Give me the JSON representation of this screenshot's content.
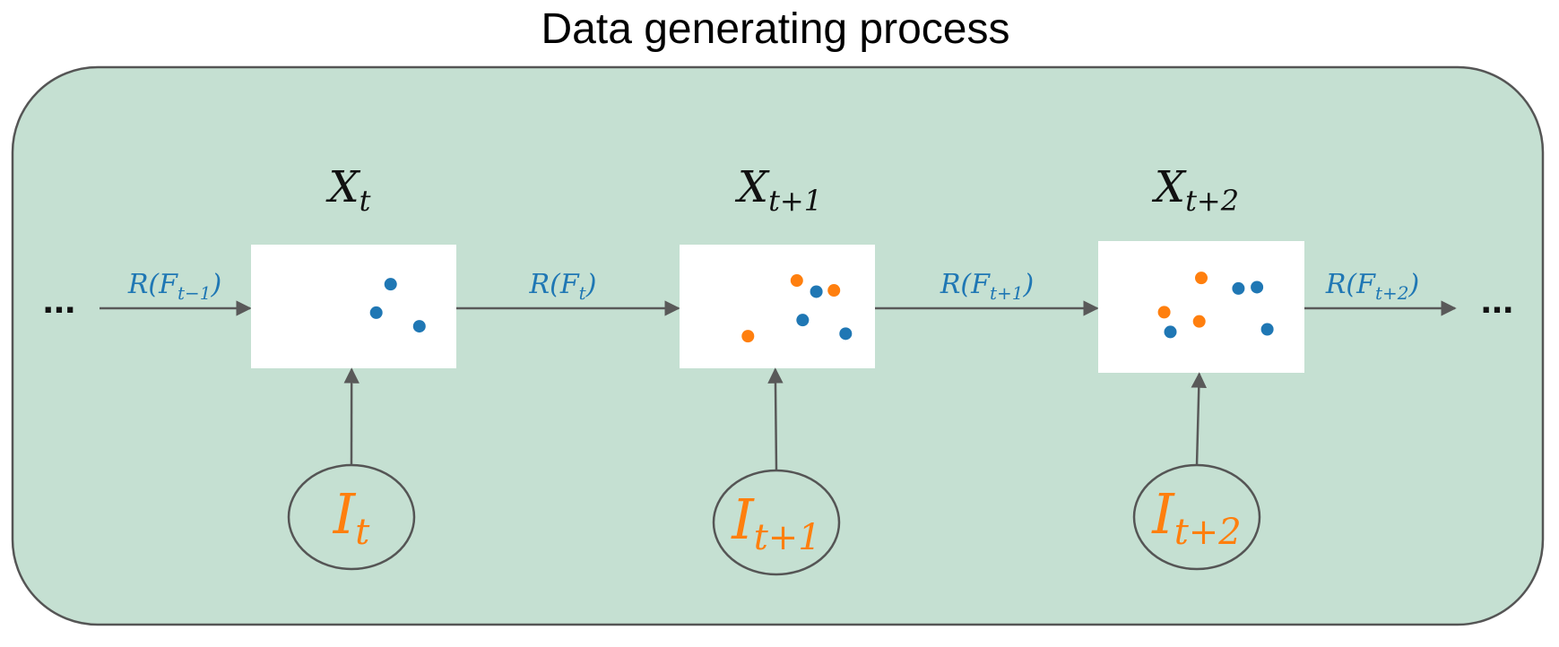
{
  "title": "Data generating process",
  "colors": {
    "panel_fill": "#c5e0d2",
    "panel_stroke": "#555555",
    "box_fill": "#ffffff",
    "arrow": "#595959",
    "blue": "#1f77b4",
    "orange": "#ff7f0e"
  },
  "ellipsis": "...",
  "stages": [
    {
      "x_label": {
        "base": "X",
        "sub": "t"
      },
      "i_label": {
        "base": "I",
        "sub": "t"
      },
      "points": [
        {
          "color": "blue",
          "x": 0.68,
          "y": 0.32
        },
        {
          "color": "blue",
          "x": 0.61,
          "y": 0.55
        },
        {
          "color": "blue",
          "x": 0.82,
          "y": 0.66
        }
      ]
    },
    {
      "x_label": {
        "base": "X",
        "sub": "t+1"
      },
      "i_label": {
        "base": "I",
        "sub": "t+1"
      },
      "points": [
        {
          "color": "orange",
          "x": 0.6,
          "y": 0.29
        },
        {
          "color": "blue",
          "x": 0.7,
          "y": 0.38
        },
        {
          "color": "orange",
          "x": 0.79,
          "y": 0.37
        },
        {
          "color": "blue",
          "x": 0.63,
          "y": 0.61
        },
        {
          "color": "blue",
          "x": 0.85,
          "y": 0.72
        },
        {
          "color": "orange",
          "x": 0.35,
          "y": 0.74
        }
      ]
    },
    {
      "x_label": {
        "base": "X",
        "sub": "t+2"
      },
      "i_label": {
        "base": "I",
        "sub": "t+2"
      },
      "points": [
        {
          "color": "orange",
          "x": 0.5,
          "y": 0.28
        },
        {
          "color": "blue",
          "x": 0.68,
          "y": 0.36
        },
        {
          "color": "blue",
          "x": 0.77,
          "y": 0.35
        },
        {
          "color": "orange",
          "x": 0.32,
          "y": 0.54
        },
        {
          "color": "blue",
          "x": 0.35,
          "y": 0.69
        },
        {
          "color": "orange",
          "x": 0.49,
          "y": 0.61
        },
        {
          "color": "blue",
          "x": 0.82,
          "y": 0.67
        }
      ]
    }
  ],
  "transitions": [
    {
      "base": "R(",
      "script": "F",
      "sub": "t−1",
      "close": ")"
    },
    {
      "base": "R(",
      "script": "F",
      "sub": "t",
      "close": ")"
    },
    {
      "base": "R(",
      "script": "F",
      "sub": "t+1",
      "close": ")"
    },
    {
      "base": "R(",
      "script": "F",
      "sub": "t+2",
      "close": ")"
    }
  ]
}
